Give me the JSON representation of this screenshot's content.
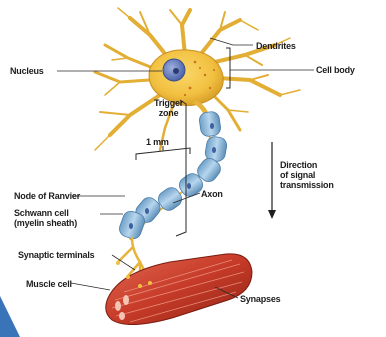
{
  "labels": {
    "dendrites": "Dendrites",
    "nucleus": "Nucleus",
    "cell_body": "Cell body",
    "trigger_zone": "Trigger\nzone",
    "scale_bar": "1 mm",
    "direction": "Direction\nof signal\ntransmission",
    "node_of_ranvier": "Node of Ranvier",
    "axon": "Axon",
    "schwann_cell": "Schwann cell\n(myelin sheath)",
    "synaptic_terminals": "Synaptic terminals",
    "synapses": "Synapses",
    "muscle_cell": "Muscle cell"
  },
  "colors": {
    "cell_body": "#f2c040",
    "dendrite": "#e6b43a",
    "nucleus": "#6a7fbf",
    "myelin": "#8fb9d9",
    "muscle": "#c63a28",
    "leader": "#2a2a2a",
    "corner_accent": "#3a74b8"
  }
}
